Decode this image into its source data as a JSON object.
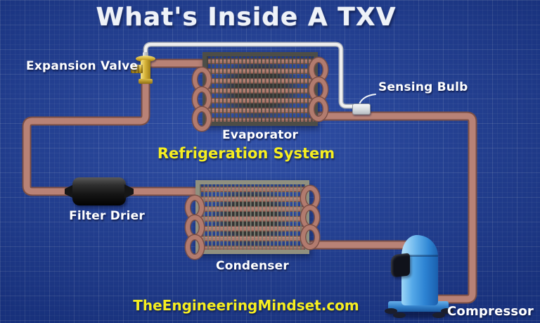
{
  "title": "What's Inside A TXV",
  "watermark": "TheEngineeringMindset.com",
  "diagram": {
    "subtitle": "Refrigeration System",
    "labels": {
      "expansion_valve": "Expansion Valve",
      "sensing_bulb": "Sensing Bulb",
      "evaporator": "Evaporator",
      "filter_drier": "Filter Drier",
      "condenser": "Condenser",
      "compressor": "Compressor"
    },
    "components": [
      "expansion-valve",
      "sensing-bulb",
      "evaporator-coil",
      "condenser-coil",
      "filter-drier",
      "compressor"
    ],
    "colors": {
      "blueprint_background": "#1f3f98",
      "copper_pipe": "#b27b6e",
      "copper_pipe_outline": "#7a4f46",
      "capillary_tube": "#efefef",
      "valve_brass": "#d8b53b",
      "accent_yellow": "#f6ee20",
      "label_white": "#ffffff",
      "compressor_blue": "#2f86d4",
      "filter_drier_black": "#141414"
    }
  }
}
